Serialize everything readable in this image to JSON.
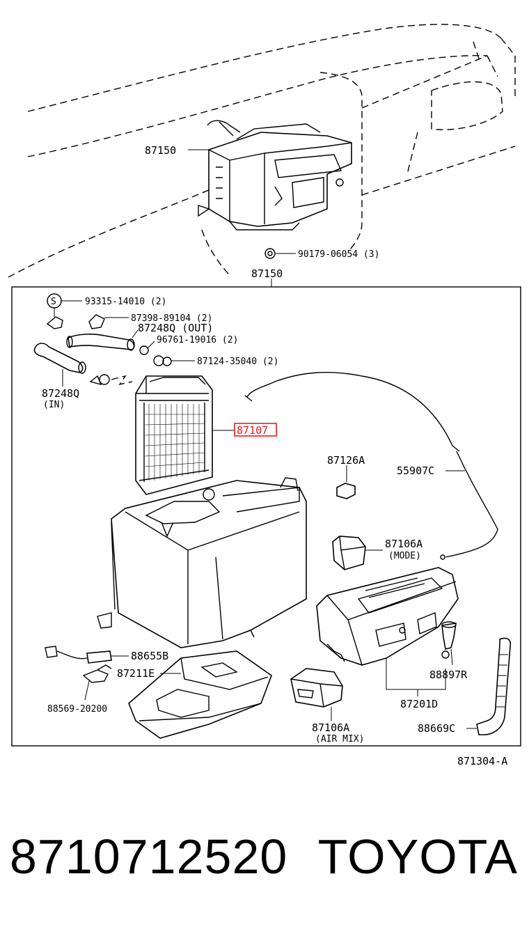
{
  "diagram": {
    "code": "871304-A",
    "highlighted_part": "87107",
    "labels": {
      "unit_top": "87150",
      "unit_bottom": "87150",
      "clip_90179": "90179-06054 (3)",
      "screw_93315": "93315-14010 (2)",
      "screw_symbol": "S",
      "clamp_87398": "87398-89104 (2)",
      "hose_out": "87248Q (OUT)",
      "oring_96761": "96761-19016 (2)",
      "clamp_87124": "87124-35040 (2)",
      "hose_in": "87248Q",
      "hose_in_note": "(IN)",
      "heater_core": "87107",
      "clip_87126a": "87126A",
      "cable_55907c": "55907C",
      "servo_mode": "87106A",
      "servo_mode_note": "(MODE)",
      "sensor_88655b": "88655B",
      "cover_87211e": "87211E",
      "clip_88569": "88569-20200",
      "servo_airmix": "87106A",
      "servo_airmix_note": "(AIR MIX)",
      "valve_88897r": "88897R",
      "case_87201d": "87201D",
      "hose_88669c": "88669C"
    }
  },
  "footer": {
    "part_number": "8710712520",
    "brand": "TOYOTA"
  },
  "colors": {
    "highlight": "#e0201b",
    "line": "#000000",
    "background": "#ffffff"
  }
}
